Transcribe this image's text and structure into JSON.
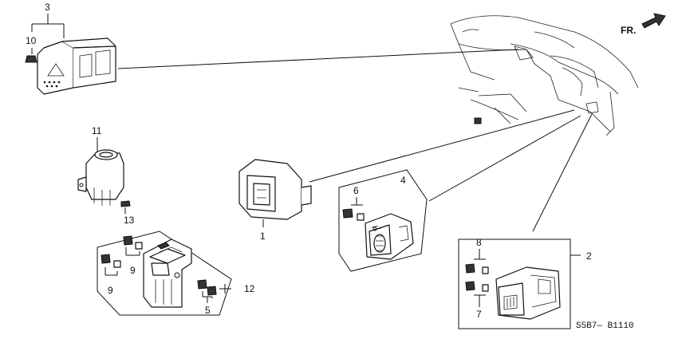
{
  "direction_indicator": {
    "label": "FR."
  },
  "diagram_code": "S5B7— B1110",
  "callouts": {
    "c1": "1",
    "c2": "2",
    "c3": "3",
    "c4": "4",
    "c5": "5",
    "c6": "6",
    "c7": "7",
    "c8": "8",
    "c9a": "9",
    "c9b": "9",
    "c10": "10",
    "c11": "11",
    "c12": "12",
    "c13": "13"
  }
}
